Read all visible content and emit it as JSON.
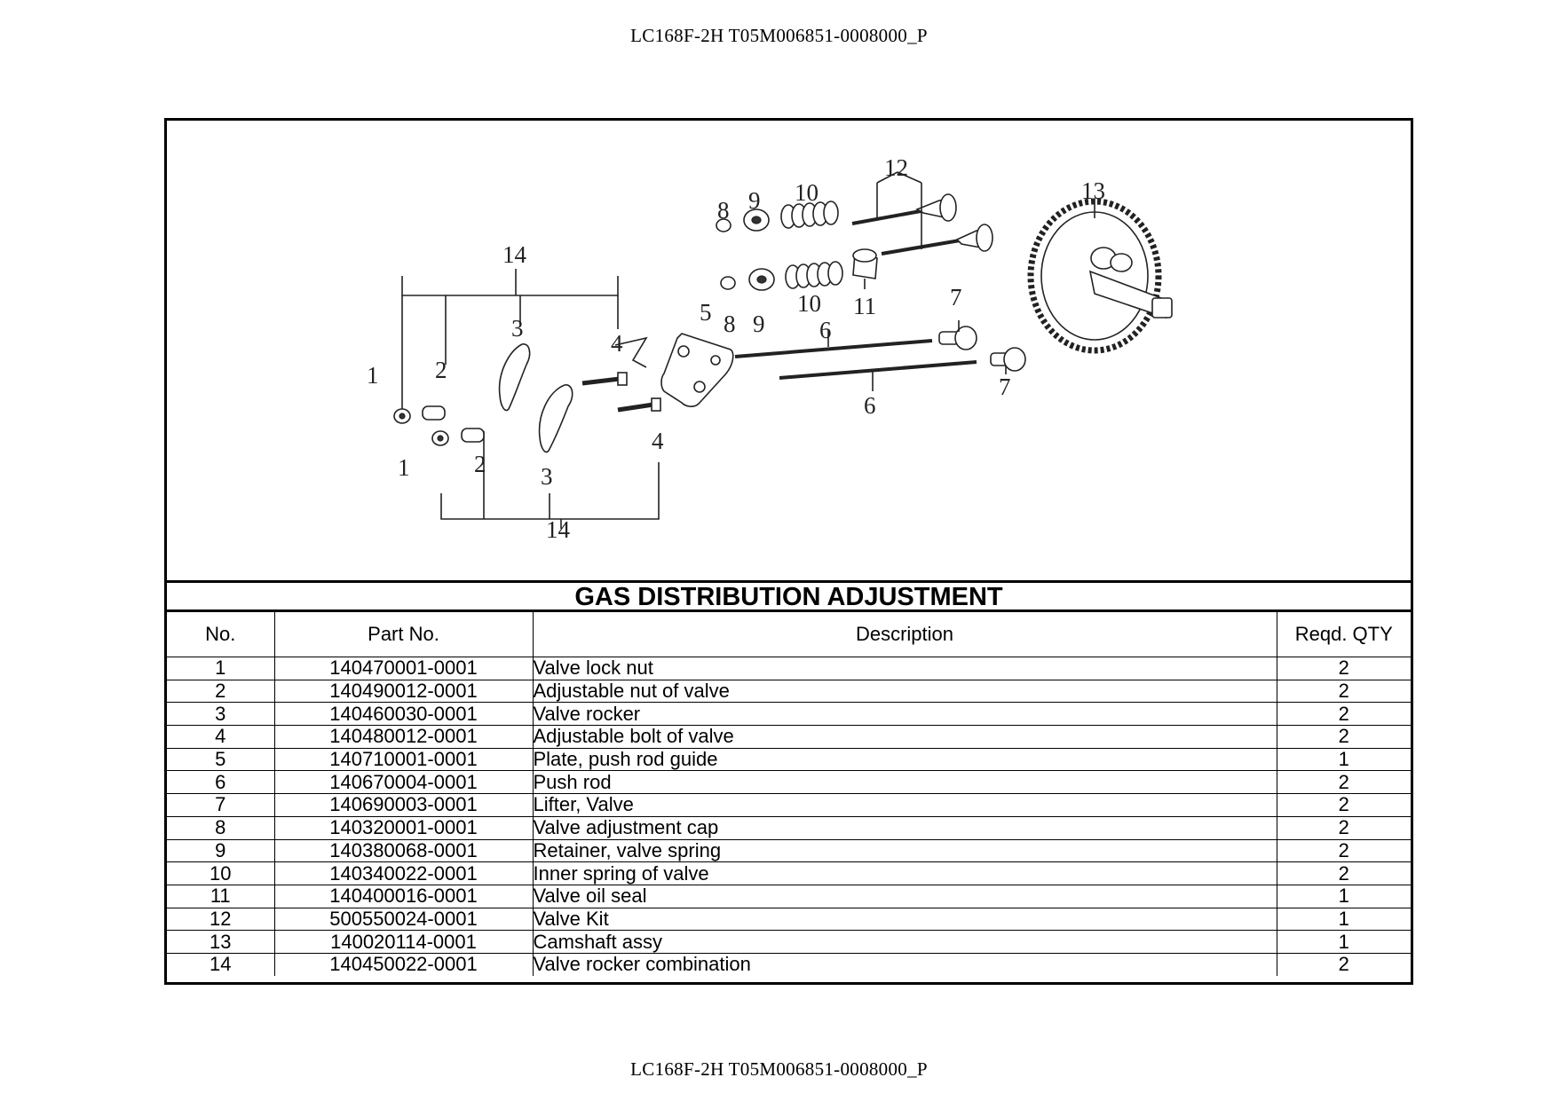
{
  "header": {
    "doc_code": "LC168F-2H T05M006851-0008000_P"
  },
  "footer": {
    "doc_code": "LC168F-2H T05M006851-0008000_P"
  },
  "diagram": {
    "callouts": [
      "1",
      "2",
      "3",
      "4",
      "5",
      "6",
      "7",
      "8",
      "9",
      "10",
      "11",
      "12",
      "13",
      "14"
    ]
  },
  "section_title": "GAS DISTRIBUTION ADJUSTMENT",
  "table": {
    "headers": {
      "no": "No.",
      "part_no": "Part No.",
      "description": "Description",
      "qty": "Reqd. QTY"
    },
    "rows": [
      {
        "no": "1",
        "part_no": "140470001-0001",
        "description": "Valve lock nut",
        "qty": "2"
      },
      {
        "no": "2",
        "part_no": "140490012-0001",
        "description": "Adjustable nut of valve",
        "qty": "2"
      },
      {
        "no": "3",
        "part_no": "140460030-0001",
        "description": "Valve rocker",
        "qty": "2"
      },
      {
        "no": "4",
        "part_no": "140480012-0001",
        "description": "Adjustable bolt of valve",
        "qty": "2"
      },
      {
        "no": "5",
        "part_no": "140710001-0001",
        "description": "Plate, push rod guide",
        "qty": "1"
      },
      {
        "no": "6",
        "part_no": "140670004-0001",
        "description": "Push rod",
        "qty": "2"
      },
      {
        "no": "7",
        "part_no": "140690003-0001",
        "description": "Lifter, Valve",
        "qty": "2"
      },
      {
        "no": "8",
        "part_no": "140320001-0001",
        "description": "Valve adjustment cap",
        "qty": "2"
      },
      {
        "no": "9",
        "part_no": "140380068-0001",
        "description": "Retainer, valve spring",
        "qty": "2"
      },
      {
        "no": "10",
        "part_no": "140340022-0001",
        "description": "Inner spring of valve",
        "qty": "2"
      },
      {
        "no": "11",
        "part_no": "140400016-0001",
        "description": "Valve oil seal",
        "qty": "1"
      },
      {
        "no": "12",
        "part_no": "500550024-0001",
        "description": "Valve Kit",
        "qty": "1"
      },
      {
        "no": "13",
        "part_no": "140020114-0001",
        "description": "Camshaft assy",
        "qty": "1"
      },
      {
        "no": "14",
        "part_no": "140450022-0001",
        "description": "Valve rocker combination",
        "qty": "2"
      }
    ]
  }
}
